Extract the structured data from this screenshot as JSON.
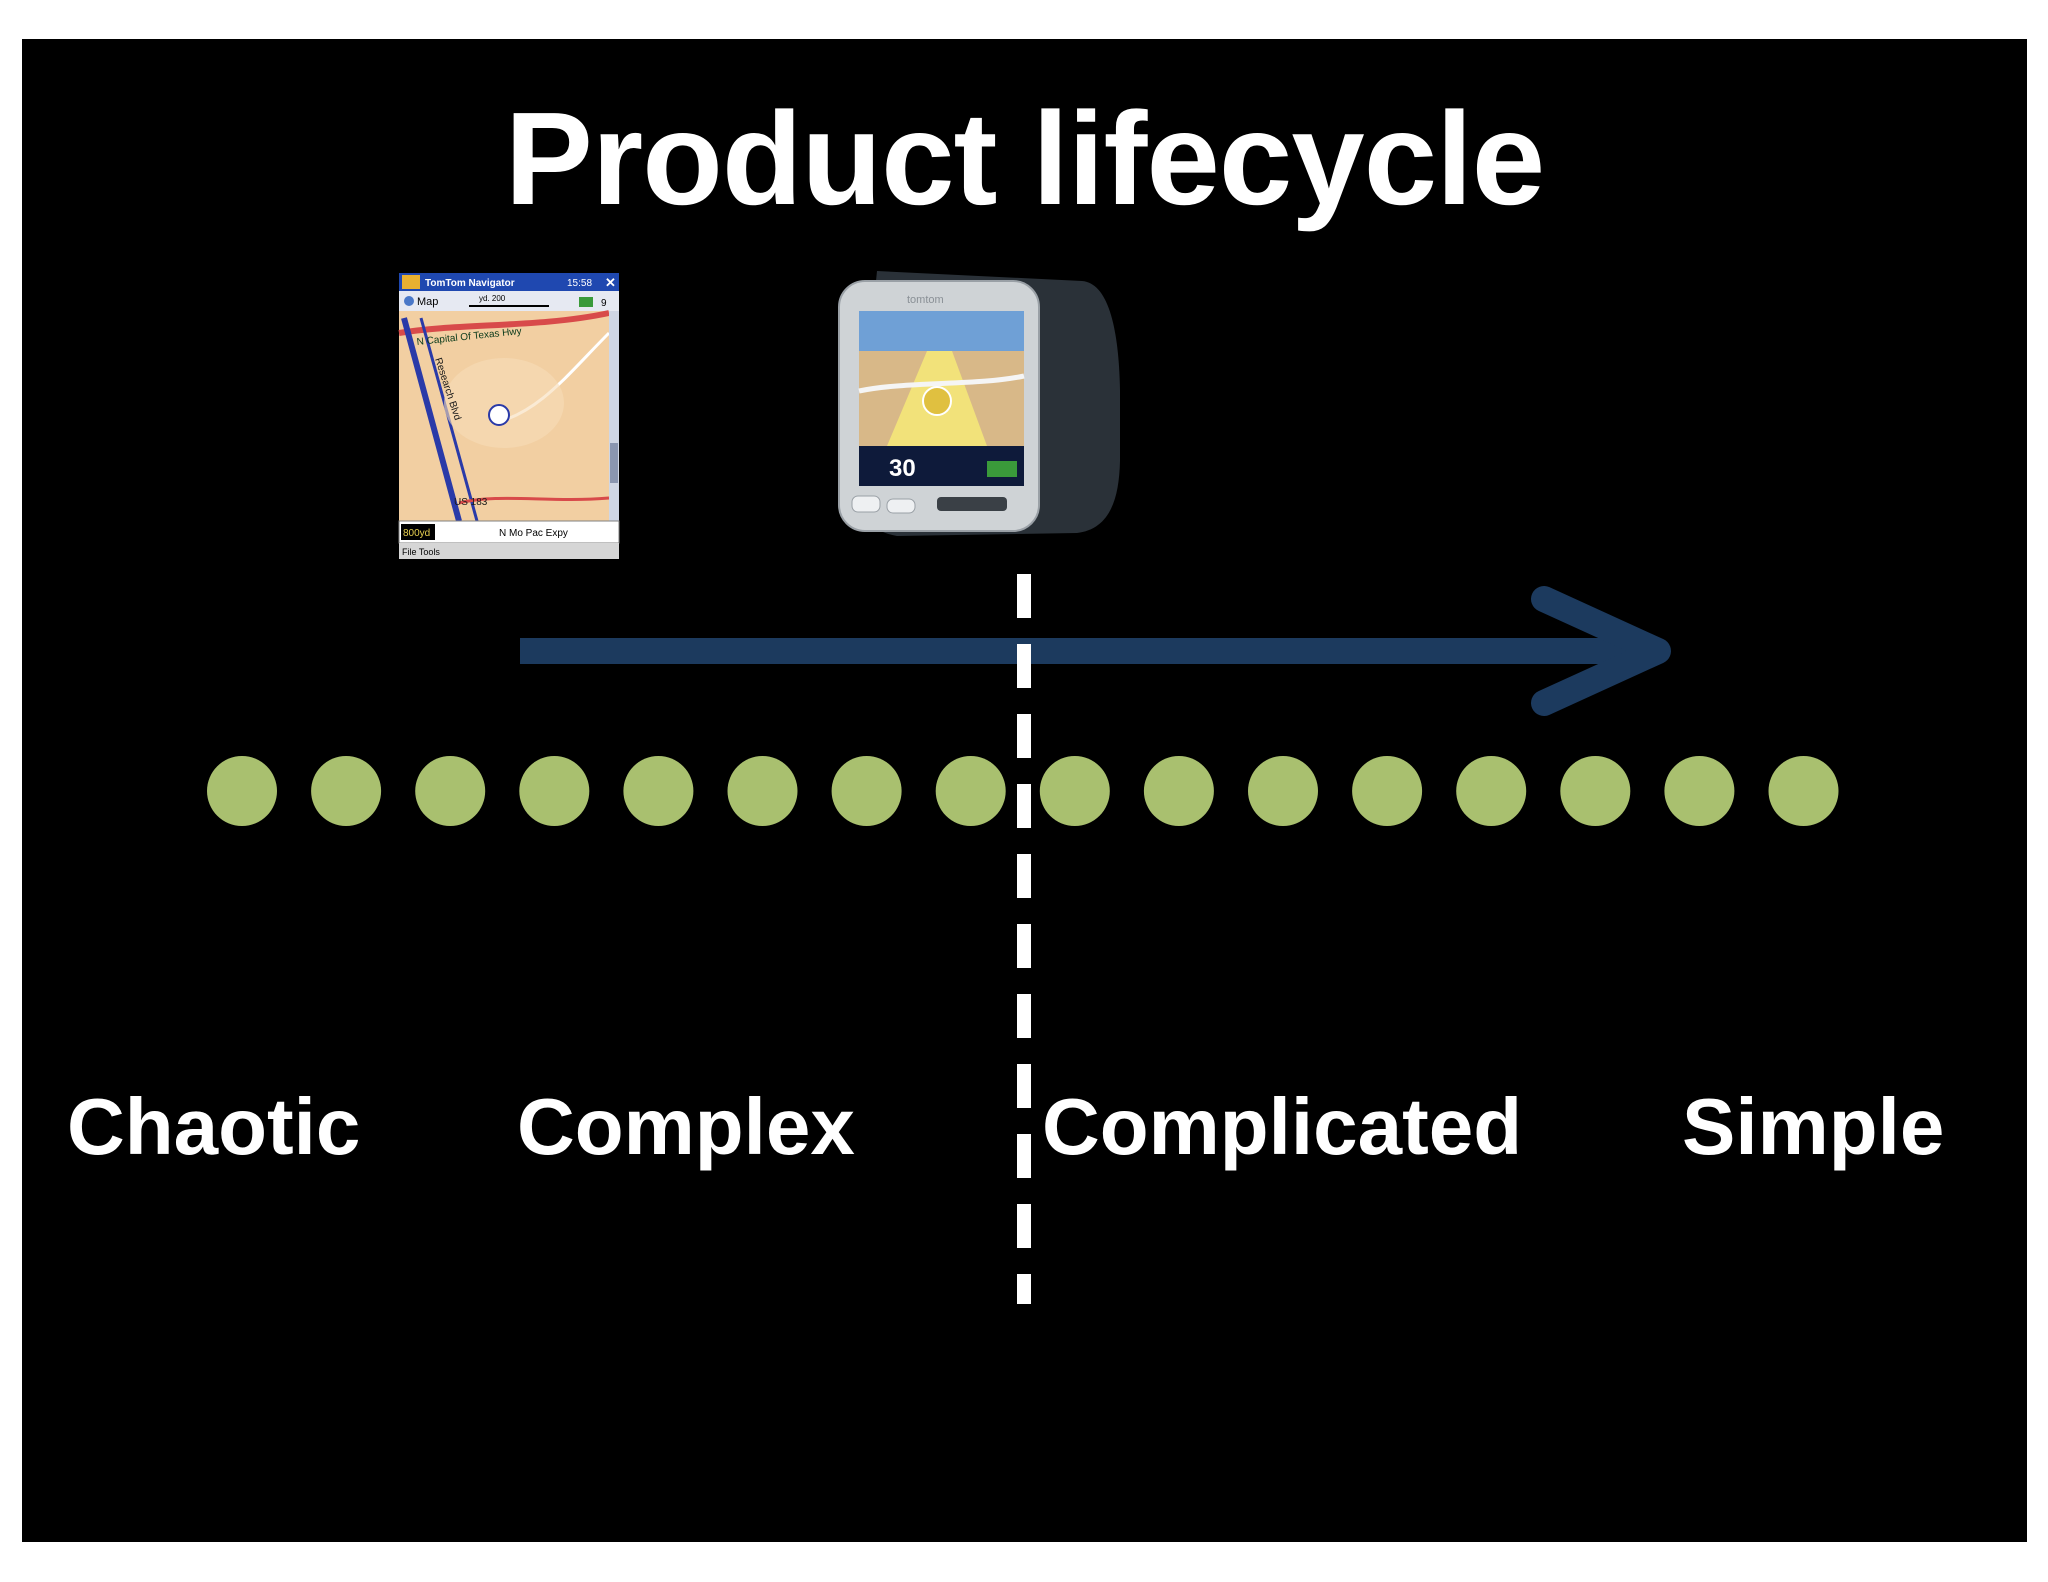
{
  "title": "Product lifecycle",
  "stages": [
    "Chaotic",
    "Complex",
    "Complicated",
    "Simple"
  ],
  "dot_count": 16,
  "colors": {
    "background": "#000000",
    "text": "#ffffff",
    "dots": "#a9c06f",
    "arrow": "#1c3a5e",
    "divider": "#ffffff"
  },
  "pda_screen": {
    "app_title": "TomTom Navigator",
    "clock": "15:58",
    "menu_label": "Map",
    "scale_label": "yd. 200",
    "satellites": "9",
    "street_top": "N Capital Of Texas Hwy",
    "street_diag": "Research Blvd",
    "street_low": "US 183",
    "distance": "800yd",
    "next_road": "N Mo Pac Expy",
    "menu_bar": "File  Tools"
  },
  "device_screen": {
    "brand": "tomtom",
    "speed_value": "30"
  }
}
